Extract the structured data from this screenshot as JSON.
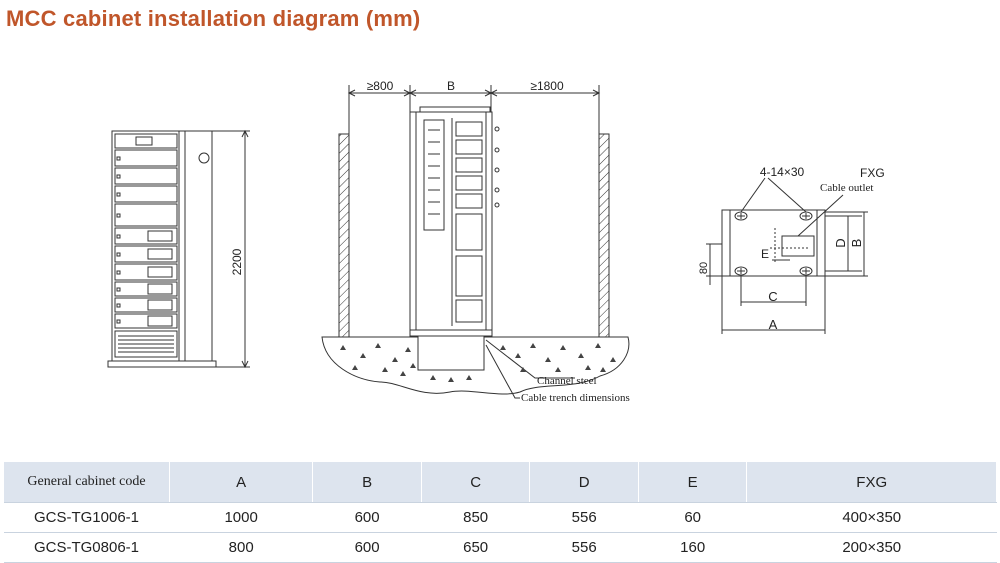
{
  "title": "MCC cabinet installation diagram (mm)",
  "front_view": {
    "height_label": "2200"
  },
  "side_view": {
    "left_clearance": "≥800",
    "width_label": "B",
    "right_clearance": "≥1800",
    "channel_steel_label": "Channel steel",
    "trench_label": "Cable trench dimensions"
  },
  "plan_view": {
    "holes_label": "4-14×30",
    "fxg_label": "FXG",
    "cable_outlet_label": "Cable outlet",
    "dim_a": "A",
    "dim_b": "B",
    "dim_c": "C",
    "dim_d": "D",
    "dim_e": "E",
    "dim_80": "80"
  },
  "table": {
    "headers": [
      "General cabinet code",
      "A",
      "B",
      "C",
      "D",
      "E",
      "FXG"
    ],
    "rows": [
      [
        "GCS-TG1006-1",
        "1000",
        "600",
        "850",
        "556",
        "60",
        "400×350"
      ],
      [
        "GCS-TG0806-1",
        "800",
        "600",
        "650",
        "556",
        "160",
        "200×350"
      ]
    ]
  }
}
